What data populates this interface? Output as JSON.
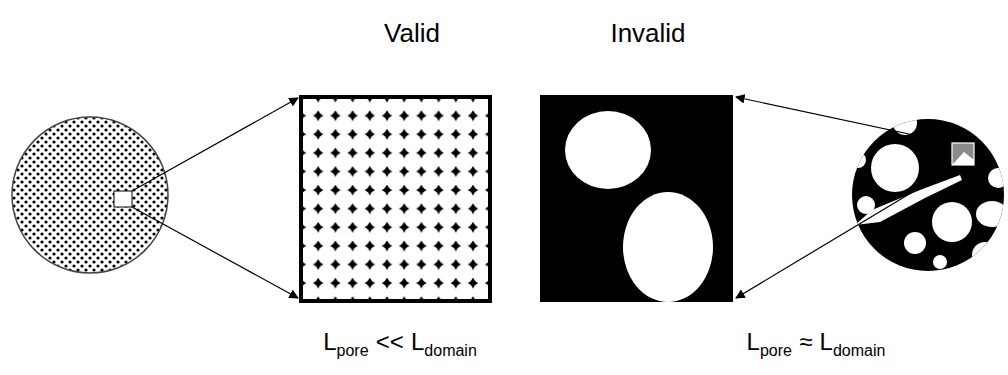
{
  "diagram": {
    "labels": [
      "Valid",
      "Invalid",
      "L",
      "pore",
      "<<",
      "L",
      "domain",
      "L",
      "pore",
      "≈",
      "L",
      "domain"
    ]
  }
}
